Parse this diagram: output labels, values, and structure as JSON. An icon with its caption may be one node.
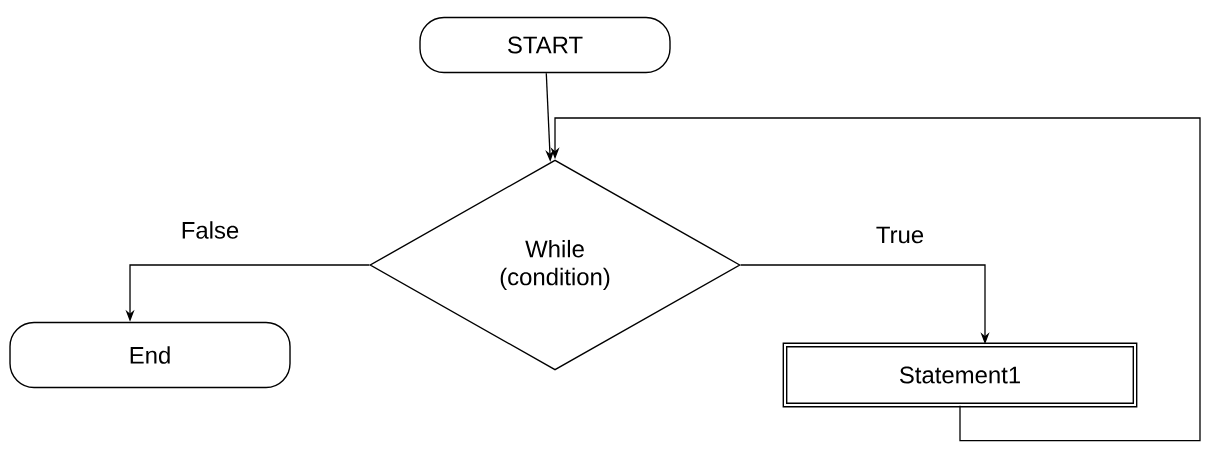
{
  "diagram": {
    "nodes": [
      {
        "text": [
          "START"
        ]
      },
      {
        "text": [
          "While (condition)"
        ]
      },
      {
        "text": [
          "End"
        ]
      },
      {
        "text": [
          "Statement1"
        ]
      }
    ],
    "edges": [
      {
        "from": 0,
        "to": 1,
        "arrow": "to"
      },
      {
        "from": 1,
        "to": 2,
        "arrow": "to",
        "label": "False"
      },
      {
        "from": 1,
        "to": 3,
        "arrow": "to",
        "label": "True"
      },
      {
        "from": 3,
        "to": 1,
        "arrow": "to"
      }
    ]
  }
}
